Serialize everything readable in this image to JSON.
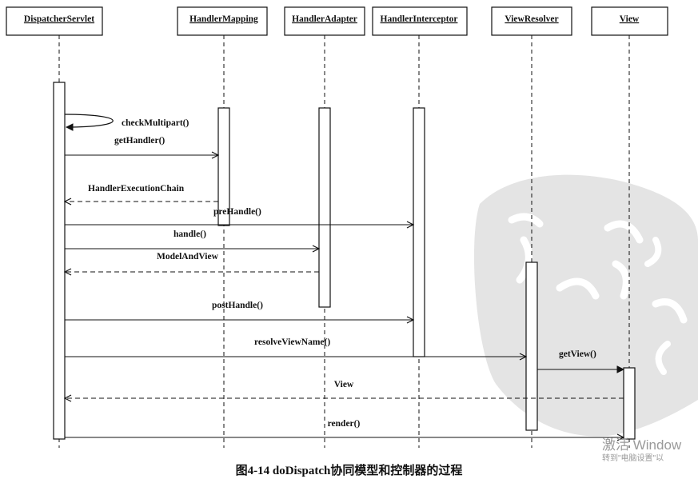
{
  "participants": [
    {
      "id": "ds",
      "name": "DispatcherServlet"
    },
    {
      "id": "hm",
      "name": "HandlerMapping"
    },
    {
      "id": "ha",
      "name": "HandlerAdapter"
    },
    {
      "id": "hi",
      "name": "HandlerInterceptor"
    },
    {
      "id": "vr",
      "name": "ViewResolver"
    },
    {
      "id": "v",
      "name": "View"
    }
  ],
  "messages": [
    {
      "label": "checkMultipart()",
      "from": "ds",
      "to": "ds",
      "style": "self"
    },
    {
      "label": "getHandler()",
      "from": "ds",
      "to": "hm",
      "style": "call"
    },
    {
      "label": "HandlerExecutionChain",
      "from": "hm",
      "to": "ds",
      "style": "return"
    },
    {
      "label": "preHandle()",
      "from": "ds",
      "to": "hi",
      "style": "call"
    },
    {
      "label": "handle()",
      "from": "ds",
      "to": "ha",
      "style": "call"
    },
    {
      "label": "ModelAndView",
      "from": "ha",
      "to": "ds",
      "style": "return"
    },
    {
      "label": "postHandle()",
      "from": "ds",
      "to": "hi",
      "style": "call"
    },
    {
      "label": "resolveViewName()",
      "from": "ds",
      "to": "vr",
      "style": "call"
    },
    {
      "label": "getView()",
      "from": "vr",
      "to": "v",
      "style": "call"
    },
    {
      "label": "View",
      "from": "v",
      "to": "ds",
      "style": "return"
    },
    {
      "label": "render()",
      "from": "ds",
      "to": "v",
      "style": "call"
    }
  ],
  "caption": "图4-14   doDispatch协同模型和控制器的过程",
  "watermark": {
    "title": "激活 Window",
    "subtitle": "转到\"电脑设置\"以"
  },
  "colors": {
    "line": "#111111",
    "watermark": "#e2e2e2"
  }
}
